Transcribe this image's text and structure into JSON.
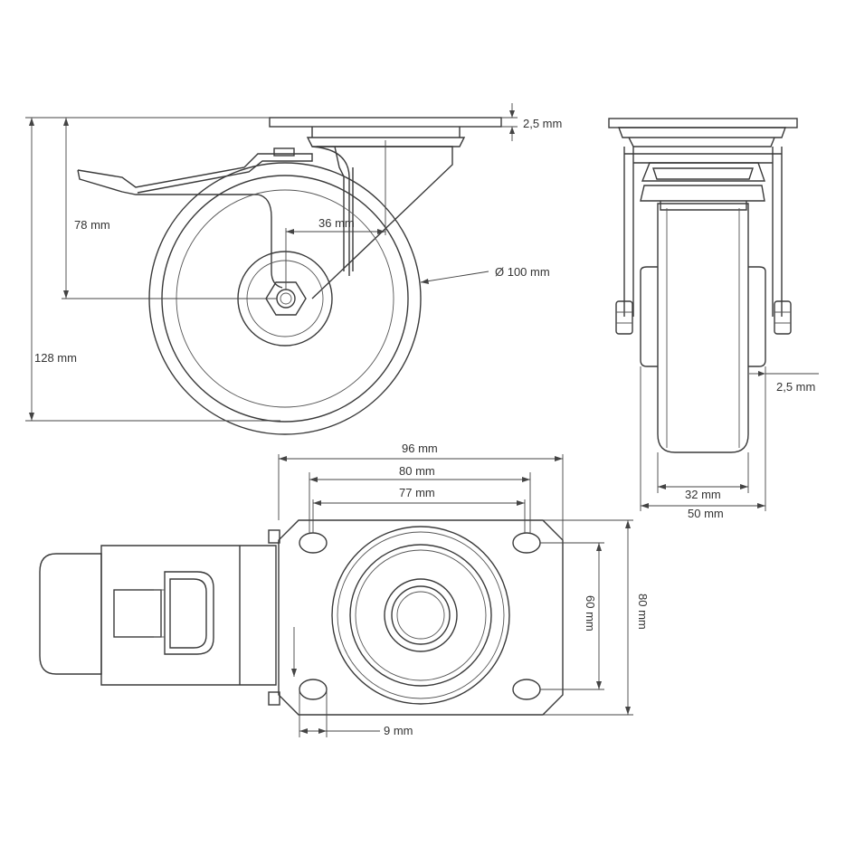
{
  "diagram": {
    "side_view": {
      "plate_thickness": "2,5 mm",
      "axle_height": "78 mm",
      "swivel_offset": "36 mm",
      "wheel_diameter": "Ø 100 mm",
      "total_height": "128 mm"
    },
    "front_view": {
      "side_gap": "2,5 mm",
      "tread_width": "32 mm",
      "overall_width": "50 mm"
    },
    "top_view": {
      "plate_length": "96 mm",
      "hole_pitch_outer": "80 mm",
      "hole_pitch_inner": "77 mm",
      "hole_pitch_vertical": "60 mm",
      "plate_width": "80 mm",
      "hole_diameter": "9 mm"
    }
  }
}
